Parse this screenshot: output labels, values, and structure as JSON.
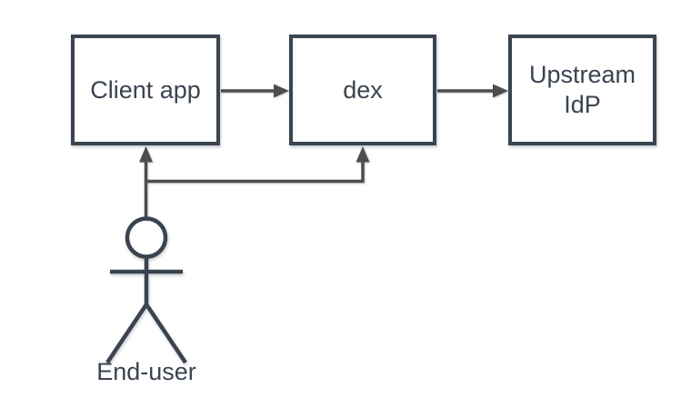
{
  "diagram": {
    "type": "flow-diagram",
    "nodes": [
      {
        "id": "client-app",
        "label": "Client app"
      },
      {
        "id": "dex",
        "label": "dex"
      },
      {
        "id": "upstream-idp",
        "label": "Upstream IdP"
      }
    ],
    "actor": {
      "id": "end-user",
      "label": "End-user",
      "shape": "stick-figure"
    },
    "edges": [
      {
        "from": "Client app",
        "to": "dex",
        "style": "arrow"
      },
      {
        "from": "dex",
        "to": "Upstream IdP",
        "style": "arrow"
      },
      {
        "from": "End-user",
        "to": "Client app",
        "style": "arrow"
      },
      {
        "from": "End-user",
        "to": "dex",
        "style": "arrow"
      }
    ],
    "colors": {
      "background": "#ffffff",
      "node_fill": "#ffffff",
      "node_border": "#3a4450",
      "text": "#3a4450",
      "edge": "#4d4d4d"
    }
  }
}
